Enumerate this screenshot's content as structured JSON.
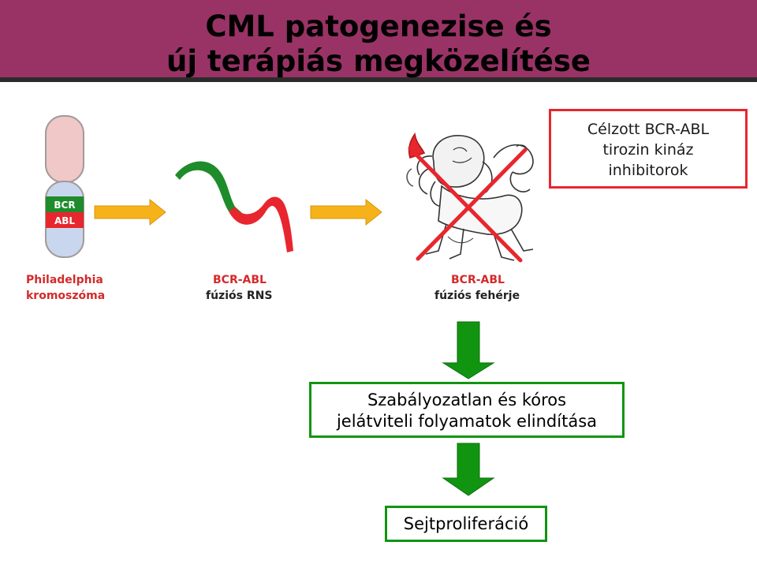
{
  "title": {
    "line1": "CML patogenezise és",
    "line2": "új terápiás megközelítése"
  },
  "chromosome": {
    "bcr_label": "BCR",
    "abl_label": "ABL",
    "caption_line1": "Philadelphia",
    "caption_line2": "kromoszóma"
  },
  "rna": {
    "caption_line1": "BCR-ABL",
    "caption_line2": "fúziós RNS"
  },
  "protein": {
    "caption_line1": "BCR-ABL",
    "caption_line2": "fúziós fehérje"
  },
  "inhibitor_box": {
    "line1": "Célzott BCR-ABL",
    "line2": "tirozin kináz",
    "line3": "inhibitorok"
  },
  "signal_box": {
    "line1": "Szabályozatlan és kóros",
    "line2": "jelátviteli folyamatok elindítása"
  },
  "proliferation_box": {
    "label": "Sejtproliferáció"
  },
  "colors": {
    "title_bar": "#993366",
    "bcr_green": "#1e8c2a",
    "abl_red": "#e8262e",
    "arrow_yellow": "#f5b21a",
    "arrow_green": "#119511",
    "box_red": "#e8262e",
    "box_green": "#119511"
  }
}
